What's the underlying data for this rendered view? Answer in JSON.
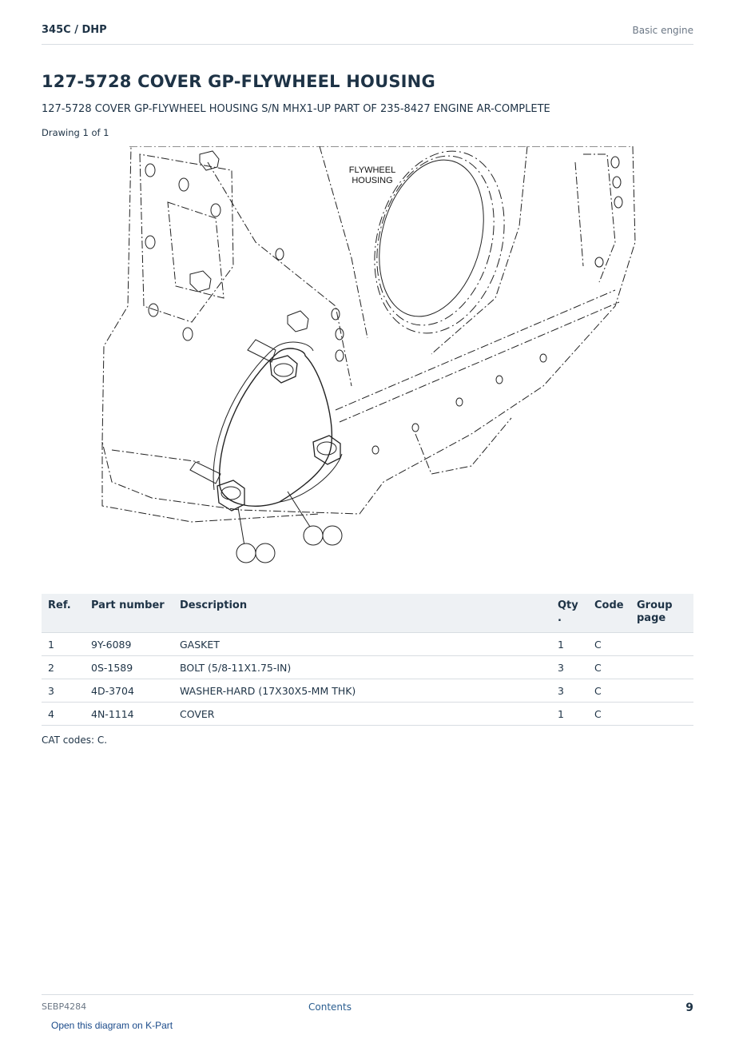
{
  "header": {
    "model": "345C  /  DHP",
    "section": "Basic engine"
  },
  "title": "127-5728 COVER GP-FLYWHEEL HOUSING",
  "subtitle": "127-5728 COVER GP-FLYWHEEL HOUSING S/N MHX1-UP PART OF 235-8427 ENGINE AR-COMPLETE",
  "drawing_label": "Drawing 1 of 1",
  "diagram": {
    "label_line1": "FLYWHEEL",
    "label_line2": "HOUSING"
  },
  "table": {
    "headers": {
      "ref": "Ref.",
      "part_number": "Part number",
      "description": "Description",
      "qty": "Qty .",
      "code": "Code",
      "group_page": "Group page"
    },
    "rows": [
      {
        "ref": "1",
        "part_number": "9Y-6089",
        "description": "GASKET",
        "qty": "1",
        "code": "C",
        "group_page": ""
      },
      {
        "ref": "2",
        "part_number": "0S-1589",
        "description": "BOLT (5/8-11X1.75-IN)",
        "qty": "3",
        "code": "C",
        "group_page": ""
      },
      {
        "ref": "3",
        "part_number": "4D-3704",
        "description": "WASHER-HARD (17X30X5-MM THK)",
        "qty": "3",
        "code": "C",
        "group_page": ""
      },
      {
        "ref": "4",
        "part_number": "4N-1114",
        "description": "COVER",
        "qty": "1",
        "code": "C",
        "group_page": ""
      }
    ]
  },
  "cat_codes": "CAT codes: C.",
  "footer": {
    "doc_id": "SEBP4284",
    "contents_link": "Contents",
    "page_number": "9"
  },
  "kpart_link": "Open this diagram on K-Part"
}
